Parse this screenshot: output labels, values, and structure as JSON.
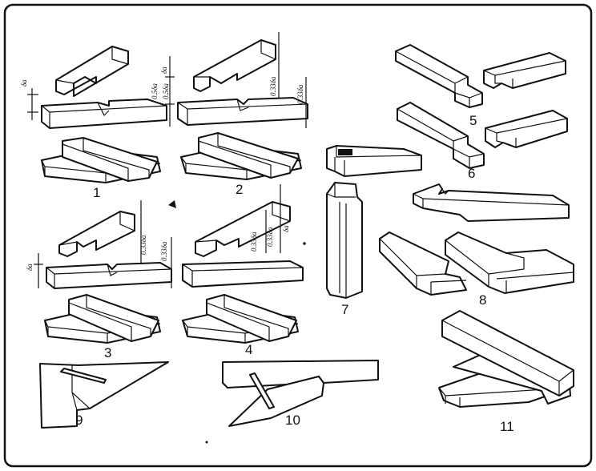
{
  "figure_numbers": [
    "1",
    "2",
    "3",
    "4",
    "5",
    "6",
    "7",
    "8",
    "9",
    "10",
    "11"
  ],
  "dim_labels": [
    "δa",
    "0.5δa",
    "δa",
    "0.5δa",
    "0.33δa",
    "0.33δa",
    "δa",
    "0.33δa",
    "0.33δa",
    "0.33δa",
    "0.33δa",
    "δa"
  ]
}
